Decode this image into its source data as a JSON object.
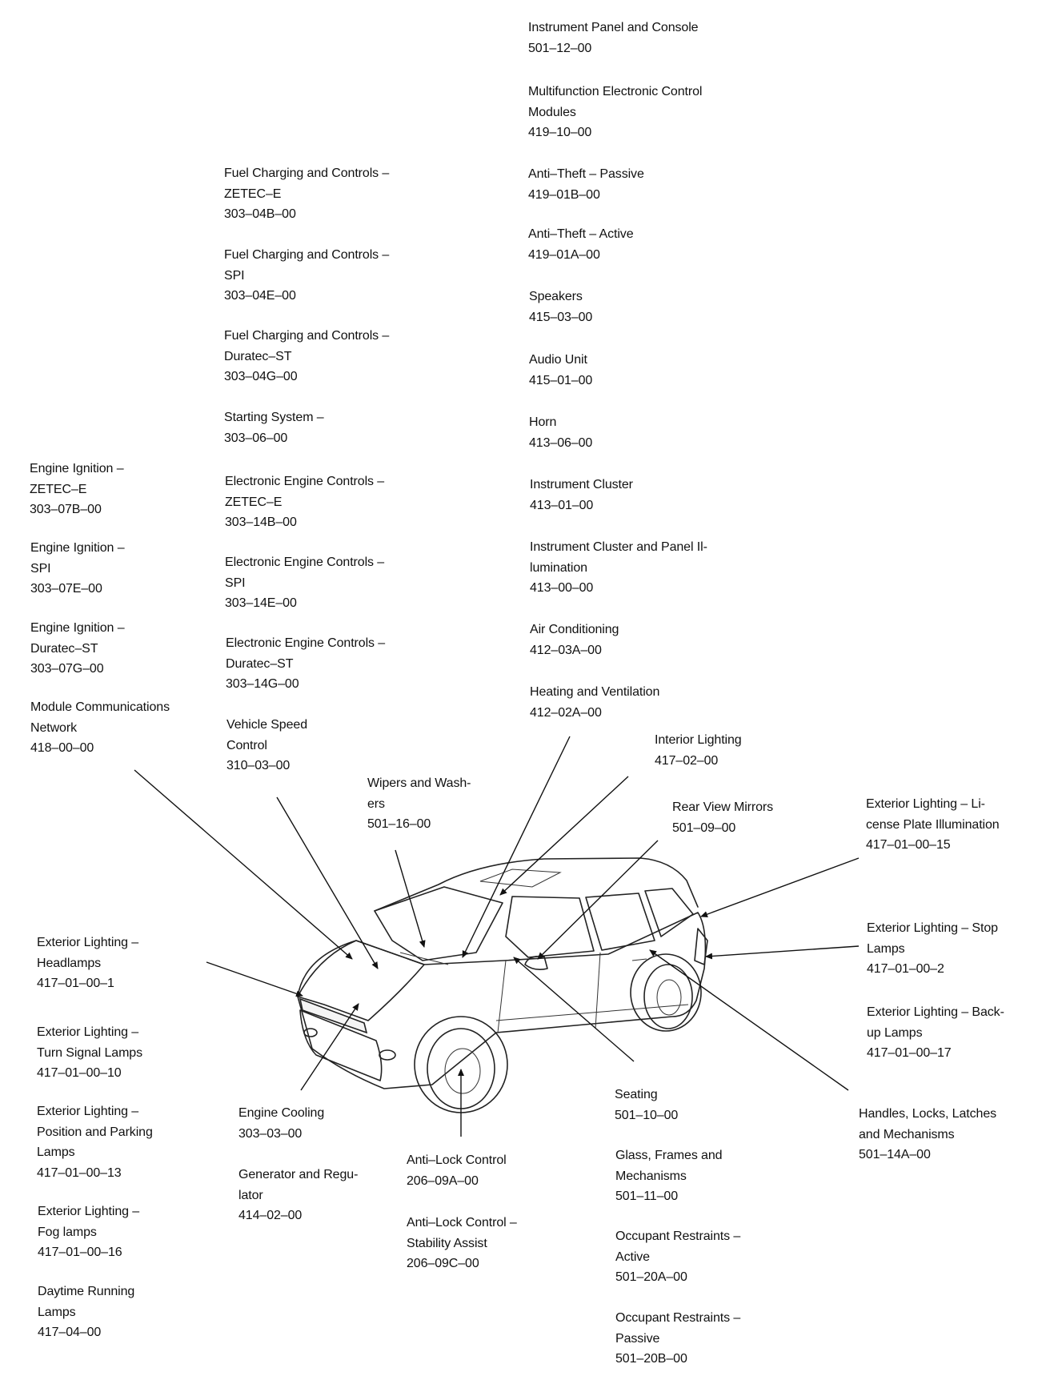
{
  "labels": [
    {
      "id": "instrument-panel-console",
      "lines": [
        "Instrument Panel and Console"
      ],
      "code": "501–12–00"
    },
    {
      "id": "multifunction-modules",
      "lines": [
        "Multifunction Electronic Control",
        "Modules"
      ],
      "code": "419–10–00"
    },
    {
      "id": "anti-theft-passive",
      "lines": [
        "Anti–Theft – Passive"
      ],
      "code": "419–01B–00"
    },
    {
      "id": "anti-theft-active",
      "lines": [
        "Anti–Theft – Active"
      ],
      "code": "419–01A–00"
    },
    {
      "id": "speakers",
      "lines": [
        "Speakers"
      ],
      "code": "415–03–00"
    },
    {
      "id": "audio-unit",
      "lines": [
        "Audio Unit"
      ],
      "code": "415–01–00"
    },
    {
      "id": "horn",
      "lines": [
        "Horn"
      ],
      "code": "413–06–00"
    },
    {
      "id": "instrument-cluster",
      "lines": [
        "Instrument Cluster"
      ],
      "code": "413–01–00"
    },
    {
      "id": "cluster-panel-illumination",
      "lines": [
        "Instrument Cluster and Panel Il-",
        "lumination"
      ],
      "code": "413–00–00"
    },
    {
      "id": "air-conditioning",
      "lines": [
        "Air Conditioning"
      ],
      "code": "412–03A–00"
    },
    {
      "id": "heating-ventilation",
      "lines": [
        "Heating and Ventilation"
      ],
      "code": "412–02A–00"
    },
    {
      "id": "fuel-zetec",
      "lines": [
        "Fuel Charging and Controls –",
        "ZETEC–E"
      ],
      "code": "303–04B–00"
    },
    {
      "id": "fuel-spi",
      "lines": [
        "Fuel Charging and Controls –",
        "SPI"
      ],
      "code": "303–04E–00"
    },
    {
      "id": "fuel-duratec",
      "lines": [
        "Fuel Charging and Controls –",
        "Duratec–ST"
      ],
      "code": "303–04G–00"
    },
    {
      "id": "starting-system",
      "lines": [
        "Starting System –"
      ],
      "code": "303–06–00"
    },
    {
      "id": "eec-zetec",
      "lines": [
        "Electronic Engine Controls –",
        "ZETEC–E"
      ],
      "code": "303–14B–00"
    },
    {
      "id": "eec-spi",
      "lines": [
        "Electronic Engine Controls –",
        "SPI"
      ],
      "code": "303–14E–00"
    },
    {
      "id": "eec-duratec",
      "lines": [
        "Electronic Engine Controls –",
        "Duratec–ST"
      ],
      "code": "303–14G–00"
    },
    {
      "id": "vehicle-speed-control",
      "lines": [
        "Vehicle Speed",
        "Control"
      ],
      "code": "310–03–00"
    },
    {
      "id": "ignition-zetec",
      "lines": [
        "Engine Ignition –",
        "ZETEC–E"
      ],
      "code": "303–07B–00"
    },
    {
      "id": "ignition-spi",
      "lines": [
        "Engine Ignition –",
        "SPI"
      ],
      "code": "303–07E–00"
    },
    {
      "id": "ignition-duratec",
      "lines": [
        "Engine Ignition –",
        "Duratec–ST"
      ],
      "code": "303–07G–00"
    },
    {
      "id": "module-comm-network",
      "lines": [
        "Module Communications",
        "Network"
      ],
      "code": "418–00–00"
    },
    {
      "id": "interior-lighting",
      "lines": [
        "Interior Lighting"
      ],
      "code": "417–02–00"
    },
    {
      "id": "wipers-washers",
      "lines": [
        "Wipers and Wash-",
        "ers"
      ],
      "code": "501–16–00"
    },
    {
      "id": "rear-view-mirrors",
      "lines": [
        "Rear View Mirrors"
      ],
      "code": "501–09–00"
    },
    {
      "id": "ext-license-plate",
      "lines": [
        "Exterior Lighting – Li-",
        "cense Plate Illumination"
      ],
      "code": "417–01–00–15"
    },
    {
      "id": "ext-stop-lamps",
      "lines": [
        "Exterior Lighting – Stop",
        "Lamps"
      ],
      "code": "417–01–00–2"
    },
    {
      "id": "ext-backup-lamps",
      "lines": [
        "Exterior Lighting – Back-",
        "up Lamps"
      ],
      "code": "417–01–00–17"
    },
    {
      "id": "handles-locks",
      "lines": [
        "Handles, Locks, Latches",
        "and Mechanisms"
      ],
      "code": "501–14A–00"
    },
    {
      "id": "ext-headlamps",
      "lines": [
        "Exterior Lighting –",
        "Headlamps"
      ],
      "code": "417–01–00–1"
    },
    {
      "id": "ext-turn-signal",
      "lines": [
        "Exterior Lighting –",
        "Turn Signal Lamps"
      ],
      "code": "417–01–00–10"
    },
    {
      "id": "ext-position-parking",
      "lines": [
        "Exterior Lighting –",
        "Position and Parking",
        "Lamps"
      ],
      "code": "417–01–00–13"
    },
    {
      "id": "ext-fog-lamps",
      "lines": [
        "Exterior Lighting –",
        "Fog lamps"
      ],
      "code": "417–01–00–16"
    },
    {
      "id": "daytime-running-lamps",
      "lines": [
        "Daytime Running",
        "Lamps"
      ],
      "code": "417–04–00"
    },
    {
      "id": "engine-cooling",
      "lines": [
        "Engine Cooling"
      ],
      "code": "303–03–00"
    },
    {
      "id": "generator-regulator",
      "lines": [
        "Generator and Regu-",
        "lator"
      ],
      "code": "414–02–00"
    },
    {
      "id": "anti-lock-control",
      "lines": [
        "Anti–Lock Control"
      ],
      "code": "206–09A–00"
    },
    {
      "id": "anti-lock-stability",
      "lines": [
        "Anti–Lock Control –",
        "Stability Assist"
      ],
      "code": "206–09C–00"
    },
    {
      "id": "seating",
      "lines": [
        "Seating"
      ],
      "code": "501–10–00"
    },
    {
      "id": "glass-frames",
      "lines": [
        "Glass, Frames and",
        "Mechanisms"
      ],
      "code": "501–11–00"
    },
    {
      "id": "restraints-active",
      "lines": [
        "Occupant Restraints –",
        "Active"
      ],
      "code": "501–20A–00"
    },
    {
      "id": "restraints-passive",
      "lines": [
        "Occupant Restraints –",
        "Passive"
      ],
      "code": "501–20B–00"
    }
  ]
}
